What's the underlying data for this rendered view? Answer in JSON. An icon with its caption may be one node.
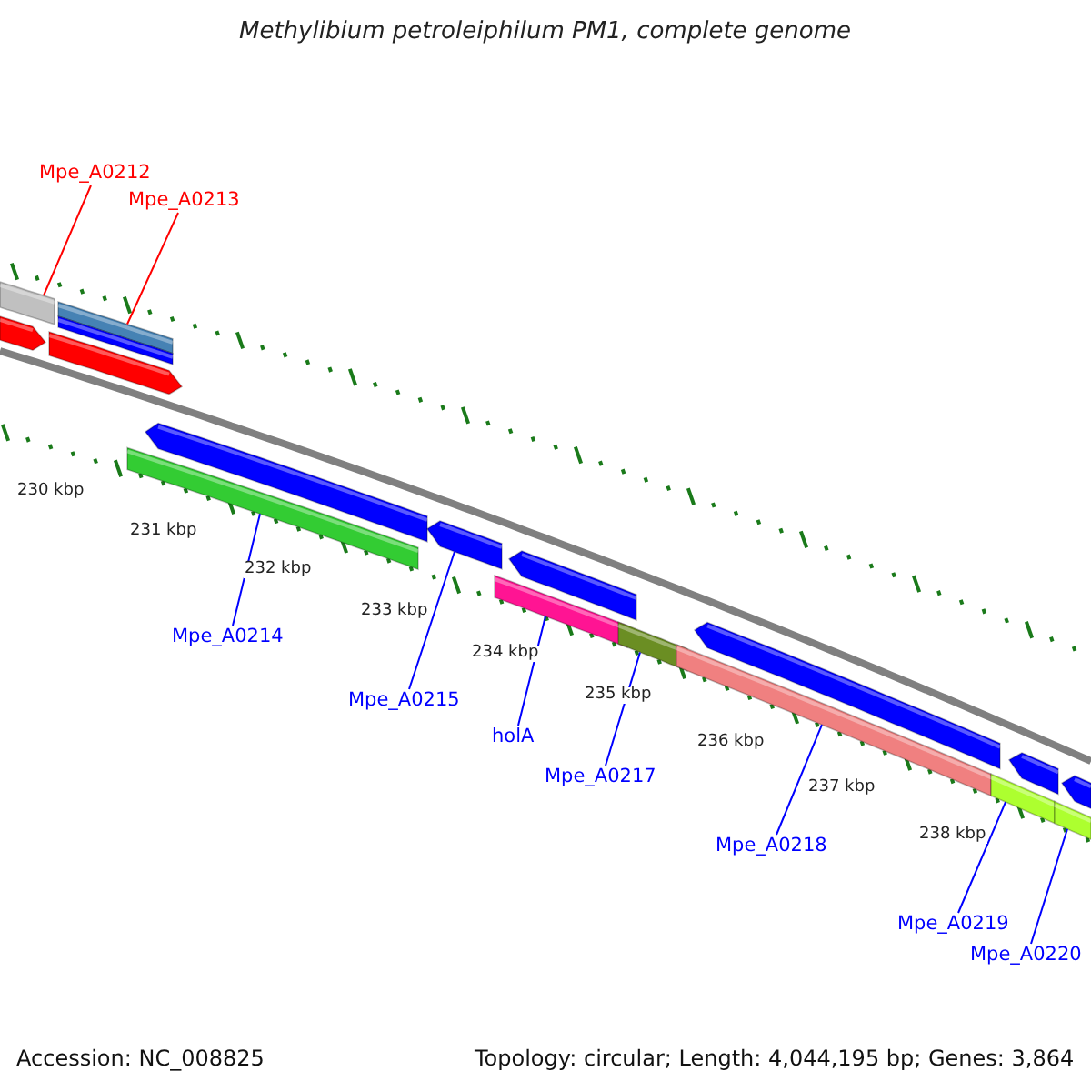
{
  "diagram": {
    "title": "Methylibium petroleiphilum PM1, complete genome",
    "nodes": [
      {
        "text": [
          "Mpe_A0212"
        ]
      },
      {
        "text": [
          "Mpe_A0213"
        ]
      },
      {
        "text": [
          "Mpe_A0214"
        ]
      },
      {
        "text": [
          "Mpe_A0215"
        ]
      },
      {
        "text": [
          "holA"
        ]
      },
      {
        "text": [
          "Mpe_A0217"
        ]
      },
      {
        "text": [
          "Mpe_A0218"
        ]
      },
      {
        "text": [
          "Mpe_A0219"
        ]
      },
      {
        "text": [
          "Mpe_A0220"
        ]
      },
      {
        "text": [],
        "shape": "bar"
      },
      {
        "text": [],
        "shape": "bar"
      },
      {
        "text": [],
        "shape": "bar"
      },
      {
        "text": [],
        "shape": "bar"
      },
      {
        "text": [],
        "shape": "bar"
      },
      {
        "text": [],
        "shape": "bar"
      },
      {
        "text": [],
        "shape": "bar"
      },
      {
        "text": [],
        "shape": "bar"
      },
      {
        "text": [],
        "shape": "bar"
      },
      {
        "text": [],
        "shape": "bar"
      },
      {
        "text": [],
        "shape": "bar"
      },
      {
        "text": [],
        "shape": "bar"
      },
      {
        "text": [],
        "shape": "bar"
      },
      {
        "text": [],
        "shape": "bar"
      },
      {
        "text": [],
        "shape": "bar"
      },
      {
        "text": [],
        "shape": "bar"
      },
      {
        "text": [],
        "shape": "bar"
      }
    ],
    "edges": [
      {
        "from": 0,
        "to": 9,
        "arrow": "none",
        "color": "#ff0000"
      },
      {
        "from": 1,
        "to": 10,
        "arrow": "none",
        "color": "#ff0000"
      },
      {
        "from": 2,
        "to": 15,
        "arrow": "none"
      },
      {
        "from": 3,
        "to": 16,
        "arrow": "none"
      },
      {
        "from": 4,
        "to": 18,
        "arrow": "none"
      },
      {
        "from": 5,
        "to": 19,
        "arrow": "none"
      },
      {
        "from": 6,
        "to": 21,
        "arrow": "none"
      },
      {
        "from": 7,
        "to": 23,
        "arrow": "none"
      },
      {
        "from": 8,
        "to": 25,
        "arrow": "none"
      }
    ],
    "labels": [
      "230 kbp",
      "231 kbp",
      "232 kbp",
      "233 kbp",
      "234 kbp",
      "235 kbp",
      "236 kbp",
      "237 kbp",
      "238 kbp",
      "Accession: NC_008825",
      "Topology: circular; Length: 4,044,195 bp; Genes: 3,864"
    ]
  }
}
